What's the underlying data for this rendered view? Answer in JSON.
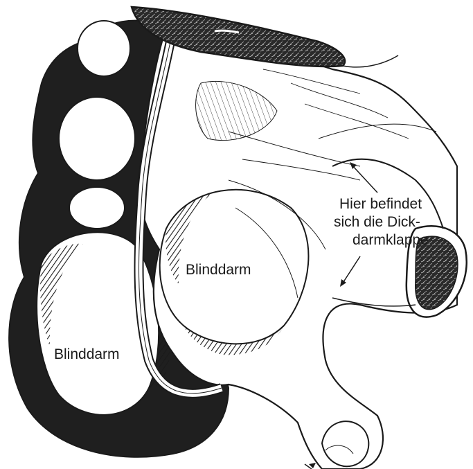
{
  "labels": {
    "blinddarm_center": "Blinddarm",
    "blinddarm_left": "Blinddarm",
    "valve_line1": "Hier befindet",
    "valve_line2": "sich die Dick-",
    "valve_line3": "darmklappe"
  },
  "colors": {
    "ink": "#1a1a1a",
    "paper": "#ffffff",
    "shadow": "#2b2b2b"
  }
}
